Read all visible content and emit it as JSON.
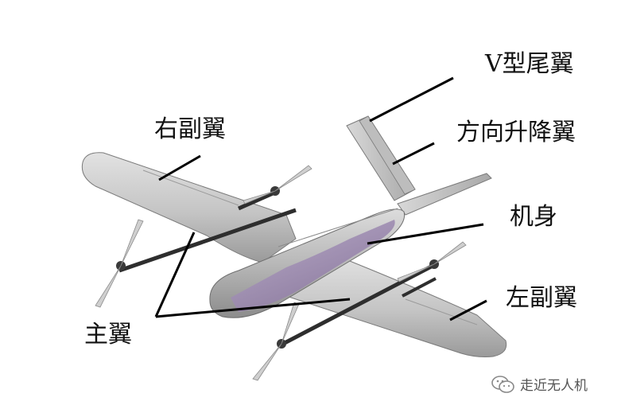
{
  "labels": {
    "v_tail": "V型尾翼",
    "ruddervator": "方向升降翼",
    "right_aileron": "右副翼",
    "fuselage": "机身",
    "left_aileron": "左副翼",
    "main_wing": "主翼"
  },
  "watermark": {
    "text": "走近无人机",
    "icon": "wechat-icon"
  },
  "colors": {
    "airframe": "#c9c9c9",
    "airframe_shadow": "#8d8d8d",
    "fuselage_belly": "#a48fb8",
    "leader_line": "#000000"
  }
}
